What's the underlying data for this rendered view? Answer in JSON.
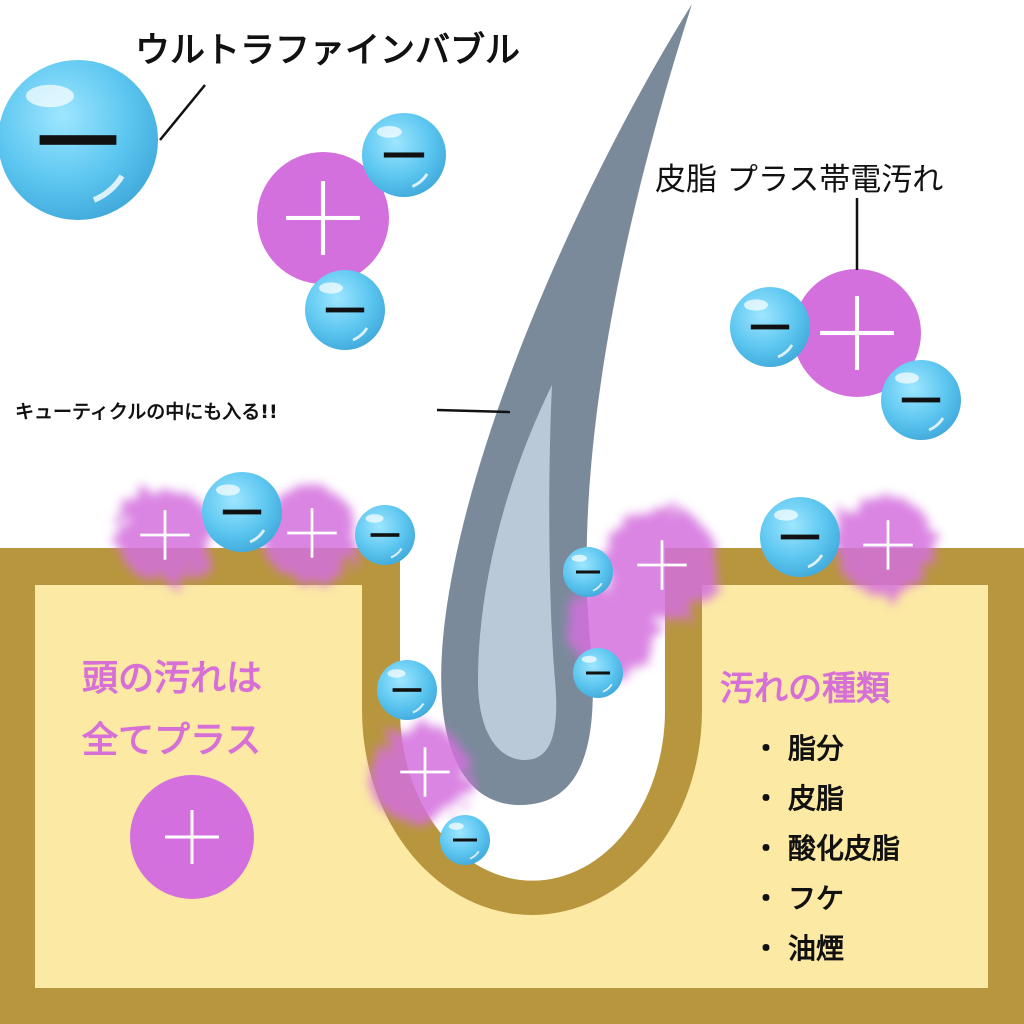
{
  "labels": {
    "ultrafine_bubble": "ウルトラファインバブル",
    "sebum_plus_dirt": "皮脂 プラス帯電汚れ",
    "enters_cuticle": "キューティクルの中にも入る!!",
    "scalp_dirt_line1": "頭の汚れは",
    "scalp_dirt_line2": "全てプラス",
    "dirt_types_title": "汚れの種類"
  },
  "dirt_types": [
    {
      "bullet": "・",
      "label": "脂分"
    },
    {
      "bullet": "・",
      "label": "皮脂"
    },
    {
      "bullet": "・",
      "label": "酸化皮脂"
    },
    {
      "bullet": "・",
      "label": "フケ"
    },
    {
      "bullet": "・",
      "label": "油煙"
    }
  ],
  "colors": {
    "skin_border": "#B8963E",
    "skin_fill": "#FCE9A4",
    "hair_outer": "#7A8A9B",
    "hair_inner": "#B9C9D8",
    "bubble": "#5CC6F0",
    "plus_dirt": "#D46FDE",
    "accent_text": "#D770D6"
  }
}
